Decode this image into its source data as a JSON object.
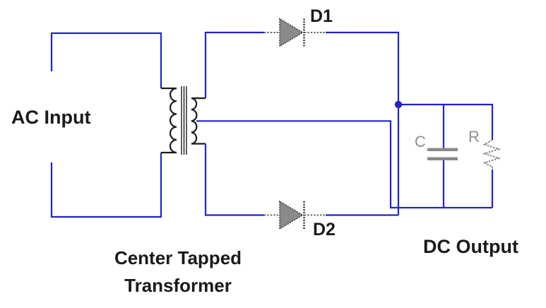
{
  "labels": {
    "ac_input": "AC Input",
    "transformer_line1": "Center Tapped",
    "transformer_line2": "Transformer",
    "diode1": "D1",
    "diode2": "D2",
    "capacitor": "C",
    "resistor": "R",
    "dc_output": "DC Output"
  },
  "colors": {
    "wire_blue": "#2323cb",
    "component_gray": "#8a8a8a",
    "outline_dark": "#3a3a3a",
    "transformer_black": "#1c1c1c",
    "label_black": "#1a1a1a",
    "label_gray": "#8f8f8f",
    "background": "#ffffff"
  }
}
